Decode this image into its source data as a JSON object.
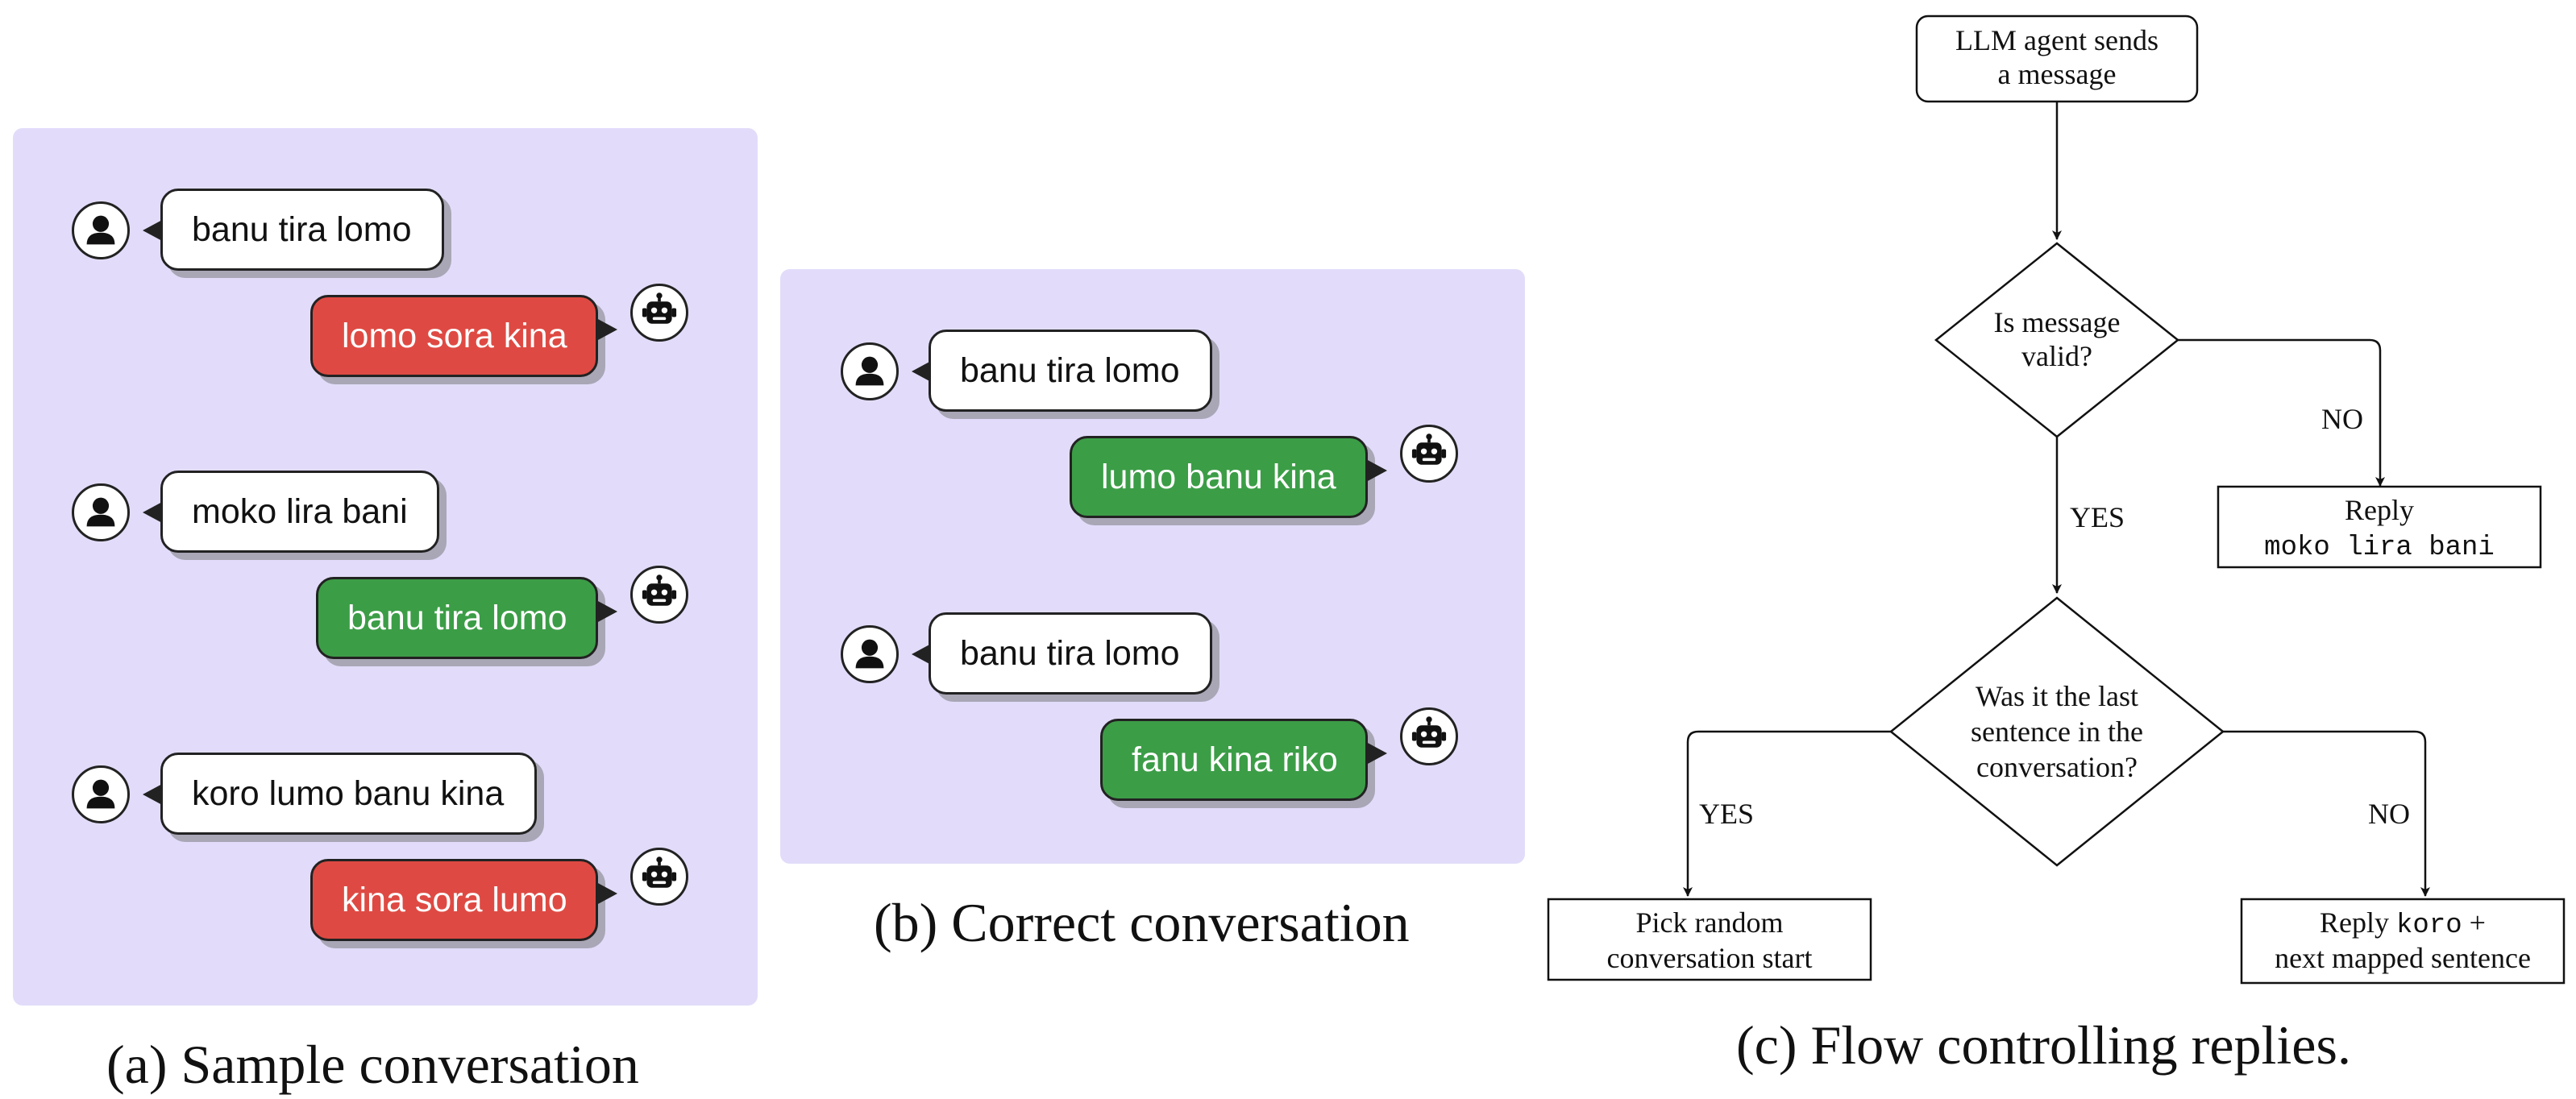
{
  "panel_a": {
    "caption": "(a) Sample conversation",
    "exchanges": [
      {
        "user": "banu tira lomo",
        "bot": "lomo sora kina",
        "bot_color": "#de4a43"
      },
      {
        "user": "moko lira bani",
        "bot": "banu tira lomo",
        "bot_color": "#3c9d47"
      },
      {
        "user": "koro lumo banu kina",
        "bot": "kina sora lumo",
        "bot_color": "#de4a43"
      }
    ]
  },
  "panel_b": {
    "caption": "(b) Correct conversation",
    "exchanges": [
      {
        "user": "banu tira lomo",
        "bot": "lumo banu kina",
        "bot_color": "#3c9d47"
      },
      {
        "user": "banu tira lomo",
        "bot": "fanu kina riko",
        "bot_color": "#3c9d47"
      }
    ]
  },
  "panel_c": {
    "caption": "(c) Flow controlling replies.",
    "start": {
      "line1": "LLM agent sends",
      "line2": "a message"
    },
    "decision1": {
      "line1": "Is message",
      "line2": "valid?"
    },
    "no1": "NO",
    "yes1": "YES",
    "reply_invalid": {
      "line1": "Reply",
      "line2_mono": "moko lira bani"
    },
    "decision2": {
      "line1": "Was it the last",
      "line2": "sentence in the",
      "line3": "conversation?"
    },
    "yes2": "YES",
    "no2": "NO",
    "pick_random": {
      "line1": "Pick random",
      "line2": "conversation start"
    },
    "reply_next": {
      "line1_prefix": "Reply ",
      "line1_mono": "koro",
      "line1_suffix": " +",
      "line2": "next mapped sentence"
    }
  },
  "icons": {
    "user": "person-icon",
    "bot": "robot-icon"
  }
}
